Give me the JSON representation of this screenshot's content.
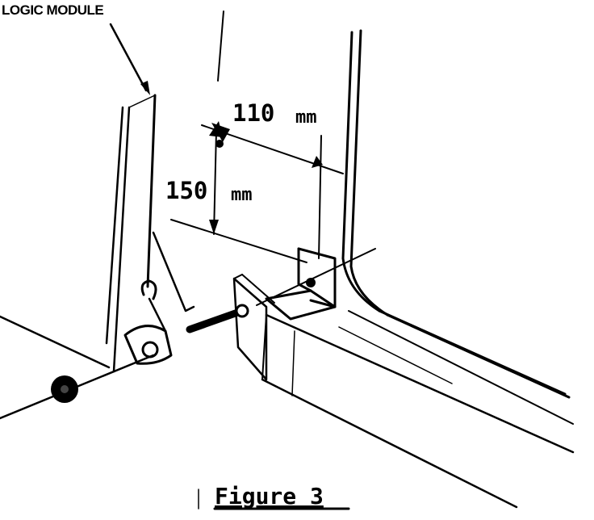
{
  "labels": {
    "logic_module": "LOGIC MODULE",
    "dim_width_value": "110",
    "dim_width_unit": "mm",
    "dim_height_value": "150",
    "dim_height_unit": "mm",
    "caption": "Figure 3"
  },
  "colors": {
    "ink": "#000000",
    "paper": "#ffffff"
  }
}
